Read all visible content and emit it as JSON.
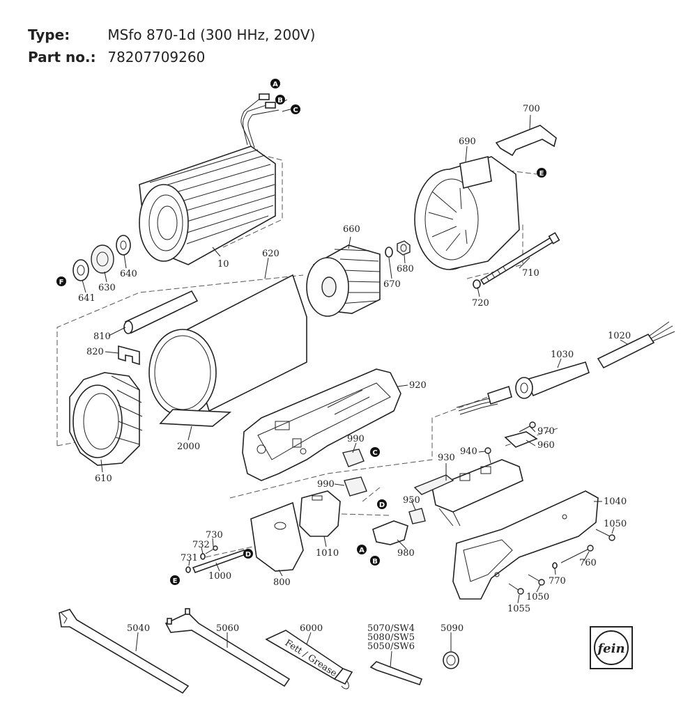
{
  "header": {
    "type_label": "Type:",
    "type_value": "MSfo 870-1d (300 HHz, 200V)",
    "part_label": "Part no.:",
    "part_value": "78207709260"
  },
  "callouts": {
    "c10": "10",
    "c620": "620",
    "c630": "630",
    "c640": "640",
    "c641": "641",
    "c660": "660",
    "c670": "670",
    "c680": "680",
    "c690": "690",
    "c700": "700",
    "c710": "710",
    "c720": "720",
    "c810": "810",
    "c820": "820",
    "c610": "610",
    "c2000": "2000",
    "c920": "920",
    "c1020": "1020",
    "c1030": "1030",
    "c970": "970",
    "c960": "960",
    "c940": "940",
    "c930": "930",
    "c990a": "990",
    "c990b": "990",
    "c950": "950",
    "c980": "980",
    "c1010": "1010",
    "c800": "800",
    "c730": "730",
    "c732": "732",
    "c731": "731",
    "c1000": "1000",
    "c1040": "1040",
    "c1050a": "1050",
    "c760": "760",
    "c770": "770",
    "c1050b": "1050",
    "c1055": "1055",
    "c5040": "5040",
    "c5060": "5060",
    "c6000": "6000",
    "c5070": "5070/SW4",
    "c5080": "5080/SW5",
    "c5050": "5050/SW6",
    "c5090": "5090"
  },
  "markers": {
    "a1": "A",
    "b1": "B",
    "c1": "C",
    "e1": "E",
    "f1": "F",
    "c2": "C",
    "d1": "D",
    "a2": "A",
    "b2": "B",
    "d2": "D",
    "e2": "E"
  },
  "grease_text": "Fett / Grease",
  "logo_text": "fein"
}
